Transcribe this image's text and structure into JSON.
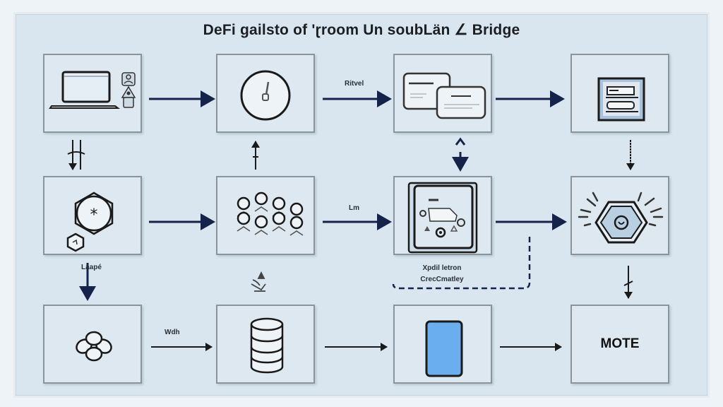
{
  "title": "DeFi gailsto of 'ɽroom Un soubLän ∠ Bridge",
  "colors": {
    "background": "#d9e6ef",
    "node_fill": "#dde8f0",
    "node_border": "#8b949b",
    "arrow": "#15234a",
    "icon_stroke": "#1a1a1a",
    "accent_blue": "#6aaef0"
  },
  "nodes": [
    {
      "id": "laptop-wallet",
      "icon": "laptop-with-users-icon",
      "row": 1,
      "col": 1
    },
    {
      "id": "signature-dial",
      "icon": "dial-circle-icon",
      "row": 1,
      "col": 2
    },
    {
      "id": "message-cards",
      "icon": "message-cards-icon",
      "row": 1,
      "col": 3
    },
    {
      "id": "document-form",
      "icon": "document-form-icon",
      "row": 1,
      "col": 4
    },
    {
      "id": "hex-token",
      "icon": "hexagon-asterisk-icon",
      "row": 2,
      "col": 1
    },
    {
      "id": "validator-network",
      "icon": "people-network-icon",
      "row": 2,
      "col": 2
    },
    {
      "id": "bridge-contract",
      "icon": "vehicle-panel-icon",
      "row": 2,
      "col": 3
    },
    {
      "id": "hex-oracle",
      "icon": "glowing-hexagon-icon",
      "row": 2,
      "col": 4
    },
    {
      "id": "liquidity-pool",
      "icon": "linked-rings-icon",
      "row": 3,
      "col": 1
    },
    {
      "id": "database",
      "icon": "database-cylinder-icon",
      "row": 3,
      "col": 2
    },
    {
      "id": "mobile-device",
      "icon": "phone-screen-icon",
      "row": 3,
      "col": 3
    },
    {
      "id": "mote",
      "label": "MOTE",
      "row": 3,
      "col": 4
    }
  ],
  "edge_labels": {
    "dial_to_cards": "Ritvel",
    "network_to_contract": "Lm",
    "token_down": "Laapé",
    "pool_to_db": "Wdh"
  },
  "captions": {
    "contract_line1": "Xpdil letron",
    "contract_line2": "CrecCmatley"
  },
  "small_icons": {
    "row1_col1_down": "swap-arrows-icon",
    "row2_col2_down": "hand-plant-icon",
    "row2_col4_down": "down-arrow-cross-icon"
  }
}
